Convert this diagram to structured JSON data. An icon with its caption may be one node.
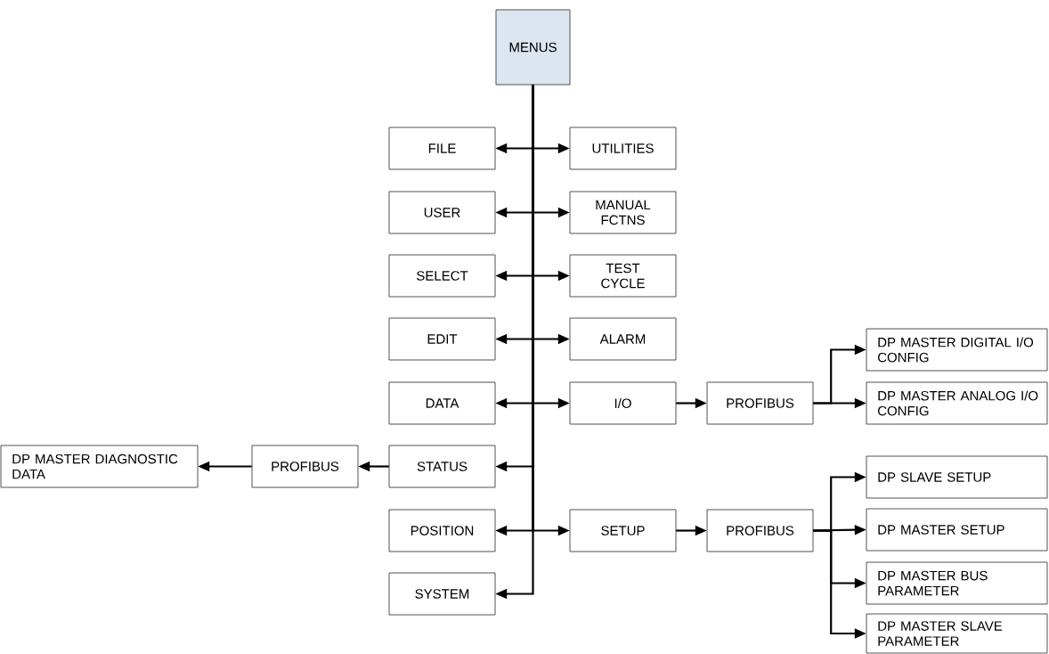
{
  "diagram": {
    "nodes": [
      {
        "text": [
          "MENUS"
        ]
      },
      {
        "text": [
          "FILE"
        ]
      },
      {
        "text": [
          "UTILITIES"
        ]
      },
      {
        "text": [
          "USER"
        ]
      },
      {
        "text": [
          "MANUAL FCTNS"
        ]
      },
      {
        "text": [
          "SELECT"
        ]
      },
      {
        "text": [
          "TEST CYCLE"
        ]
      },
      {
        "text": [
          "EDIT"
        ]
      },
      {
        "text": [
          "ALARM"
        ]
      },
      {
        "text": [
          "DATA"
        ]
      },
      {
        "text": [
          "I/O"
        ]
      },
      {
        "text": [
          "PROFIBUS"
        ]
      },
      {
        "text": [
          "DP MASTER DIGITAL I/O CONFIG"
        ]
      },
      {
        "text": [
          "DP MASTER ANALOG I/O CONFIG"
        ]
      },
      {
        "text": [
          "DP MASTER DIAGNOSTIC DATA"
        ]
      },
      {
        "text": [
          "PROFIBUS"
        ]
      },
      {
        "text": [
          "STATUS"
        ]
      },
      {
        "text": [
          "DP SLAVE SETUP"
        ]
      },
      {
        "text": [
          "POSITION"
        ]
      },
      {
        "text": [
          "SETUP"
        ]
      },
      {
        "text": [
          "PROFIBUS"
        ]
      },
      {
        "text": [
          "DP MASTER SETUP"
        ]
      },
      {
        "text": [
          "DP MASTER BUS PARAMETER"
        ]
      },
      {
        "text": [
          "SYSTEM"
        ]
      },
      {
        "text": [
          "DP MASTER SLAVE PARAMETER"
        ]
      }
    ],
    "edges": [
      {
        "from": 0,
        "to": 1,
        "arrow": "to"
      },
      {
        "from": 0,
        "to": 2,
        "arrow": "to"
      },
      {
        "from": 0,
        "to": 3,
        "arrow": "to"
      },
      {
        "from": 0,
        "to": 4,
        "arrow": "to"
      },
      {
        "from": 0,
        "to": 5,
        "arrow": "to"
      },
      {
        "from": 0,
        "to": 6,
        "arrow": "to"
      },
      {
        "from": 0,
        "to": 7,
        "arrow": "to"
      },
      {
        "from": 0,
        "to": 8,
        "arrow": "to"
      },
      {
        "from": 0,
        "to": 9,
        "arrow": "to"
      },
      {
        "from": 0,
        "to": 10,
        "arrow": "to"
      },
      {
        "from": 10,
        "to": 11,
        "arrow": "to"
      },
      {
        "from": 11,
        "to": 12,
        "arrow": "to"
      },
      {
        "from": 11,
        "to": 13,
        "arrow": "to"
      },
      {
        "from": 0,
        "to": 16,
        "arrow": "to"
      },
      {
        "from": 16,
        "to": 15,
        "arrow": "to"
      },
      {
        "from": 15,
        "to": 14,
        "arrow": "to"
      },
      {
        "from": 0,
        "to": 18,
        "arrow": "to"
      },
      {
        "from": 0,
        "to": 19,
        "arrow": "to"
      },
      {
        "from": 19,
        "to": 20,
        "arrow": "to"
      },
      {
        "from": 20,
        "to": 17,
        "arrow": "to"
      },
      {
        "from": 20,
        "to": 21,
        "arrow": "to"
      },
      {
        "from": 20,
        "to": 22,
        "arrow": "to"
      },
      {
        "from": 20,
        "to": 24,
        "arrow": "to"
      },
      {
        "from": 0,
        "to": 23,
        "arrow": "to"
      }
    ]
  }
}
